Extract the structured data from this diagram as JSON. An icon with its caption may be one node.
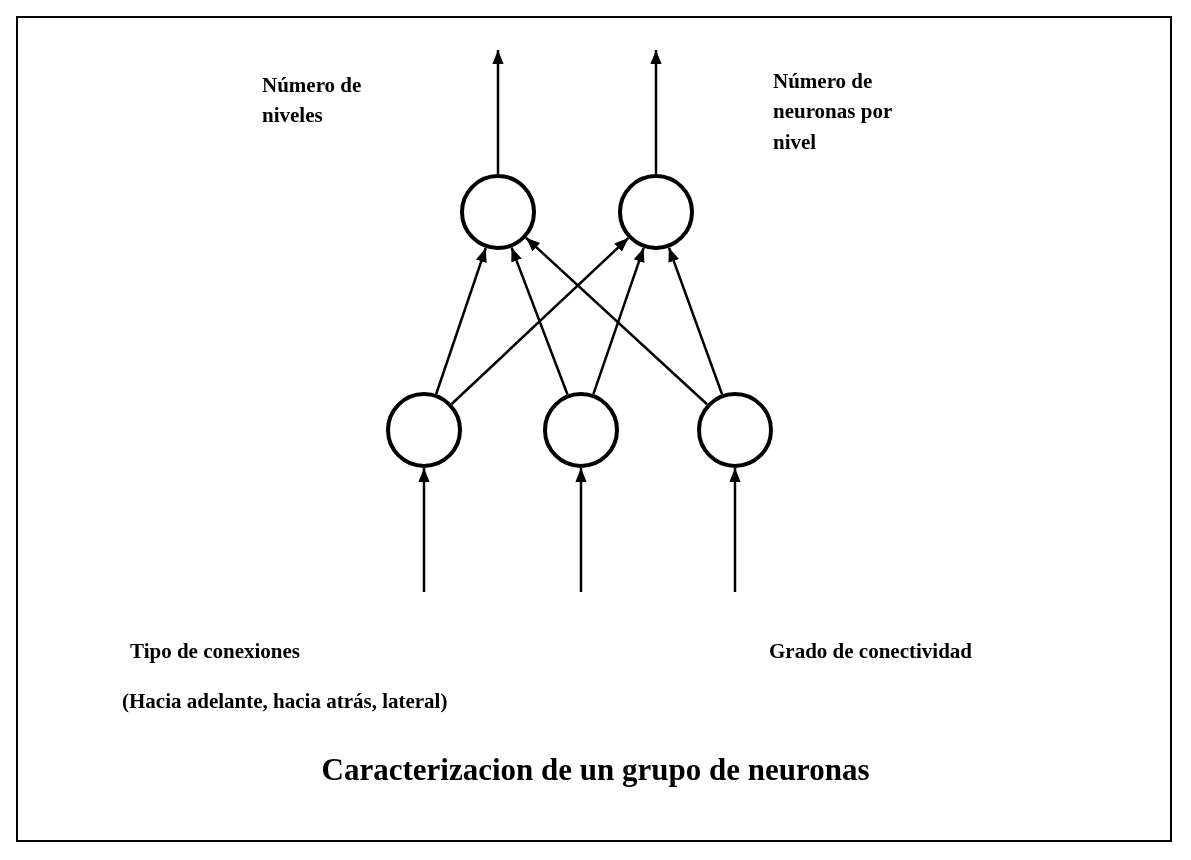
{
  "diagram": {
    "caption": "Caracterizacion de un grupo de neuronas",
    "nodes": [
      {
        "text": [],
        "shape": "circle"
      },
      {
        "text": [],
        "shape": "circle"
      },
      {
        "text": [],
        "shape": "circle"
      },
      {
        "text": [],
        "shape": "circle"
      },
      {
        "text": [],
        "shape": "circle"
      }
    ],
    "edges": [
      {
        "from": 0,
        "to": null,
        "arrow": "to"
      },
      {
        "from": 1,
        "to": null,
        "arrow": "to"
      },
      {
        "from": 2,
        "to": 0,
        "arrow": "to"
      },
      {
        "from": 2,
        "to": 1,
        "arrow": "to"
      },
      {
        "from": 3,
        "to": 0,
        "arrow": "to"
      },
      {
        "from": 3,
        "to": 1,
        "arrow": "to"
      },
      {
        "from": 4,
        "to": 0,
        "arrow": "to"
      },
      {
        "from": 4,
        "to": 1,
        "arrow": "to"
      },
      {
        "from": null,
        "to": 2,
        "arrow": "to"
      },
      {
        "from": null,
        "to": 3,
        "arrow": "to"
      },
      {
        "from": null,
        "to": 4,
        "arrow": "to"
      }
    ],
    "labels": [
      "Número de niveles",
      "Número de neuronas por nivel",
      "Tipo de conexiones",
      "Grado de conectividad",
      "(Hacia adelante, hacia atrás, lateral)"
    ]
  }
}
